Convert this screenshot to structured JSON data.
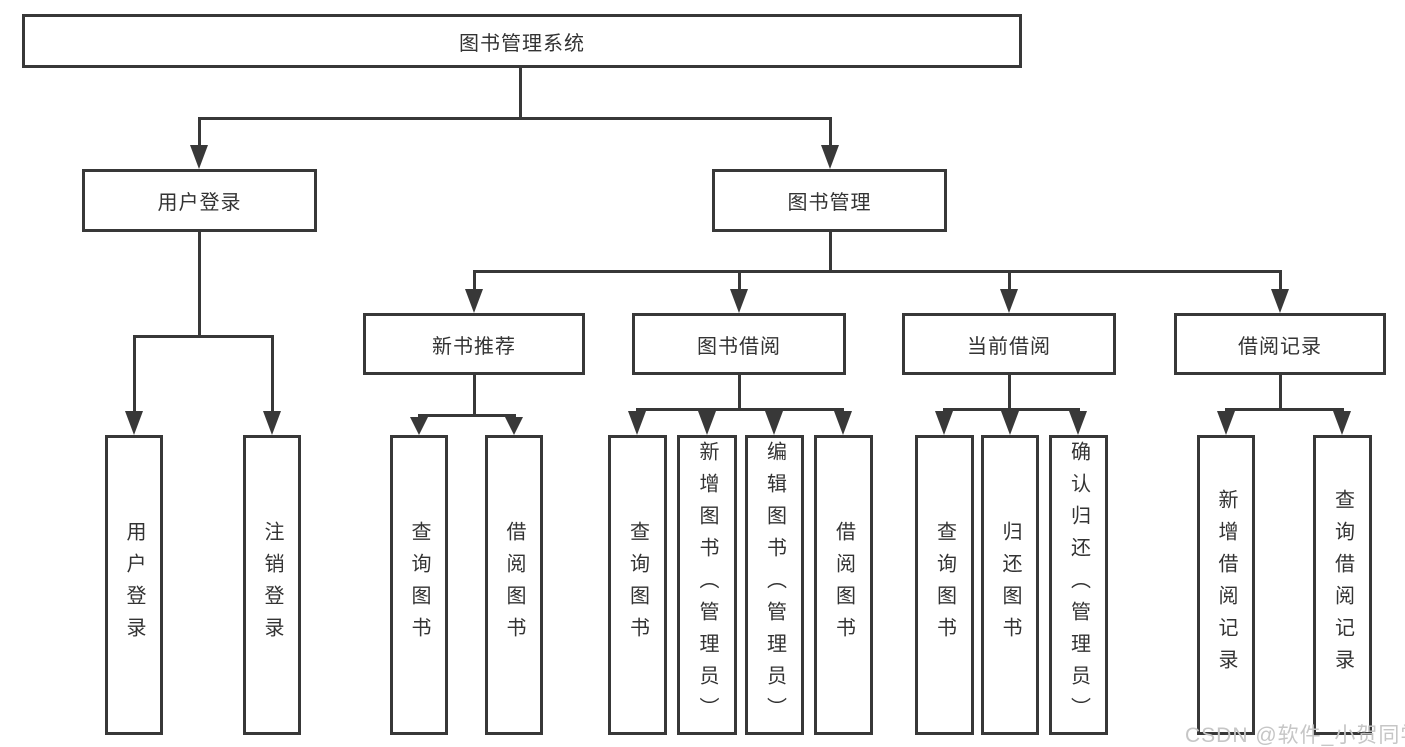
{
  "diagram_title": "图书管理系统",
  "colors": {
    "line": "#383838",
    "box_border": "#383838",
    "text": "#333333",
    "watermark": "#c6c6c6",
    "background": "#ffffff"
  },
  "tree": {
    "label": "图书管理系统",
    "children": [
      {
        "label": "用户登录",
        "children": [
          {
            "label": "用户登录"
          },
          {
            "label": "注销登录"
          }
        ]
      },
      {
        "label": "图书管理",
        "children": [
          {
            "label": "新书推荐",
            "children": [
              {
                "label": "查询图书"
              },
              {
                "label": "借阅图书"
              }
            ]
          },
          {
            "label": "图书借阅",
            "children": [
              {
                "label": "查询图书"
              },
              {
                "label": "新增图书（管理员）"
              },
              {
                "label": "编辑图书（管理员）"
              },
              {
                "label": "借阅图书"
              }
            ]
          },
          {
            "label": "当前借阅",
            "children": [
              {
                "label": "查询图书"
              },
              {
                "label": "归还图书"
              },
              {
                "label": "确认归还（管理员）"
              }
            ]
          },
          {
            "label": "借阅记录",
            "children": [
              {
                "label": "新增借阅记录"
              },
              {
                "label": "查询借阅记录"
              }
            ]
          }
        ]
      }
    ]
  },
  "watermark": {
    "text": "CSDN @软件_小贺同学"
  }
}
